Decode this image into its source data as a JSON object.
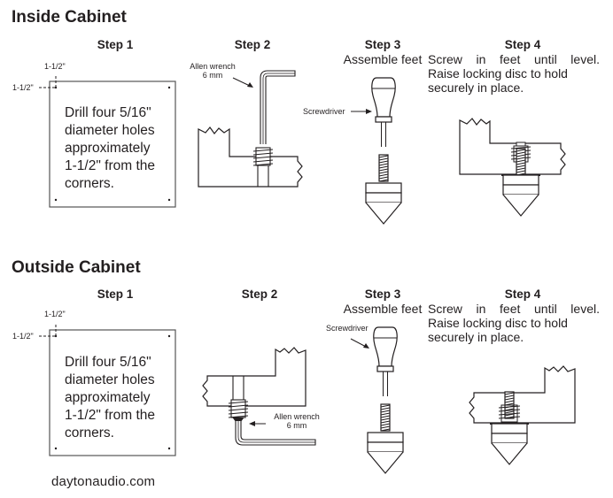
{
  "sections": [
    {
      "title": "Inside Cabinet",
      "steps": [
        {
          "title": "Step 1",
          "dim_top": "1-1/2\"",
          "dim_left": "1-1/2\"",
          "instruction": [
            "Drill four 5/16\"",
            "diameter holes",
            "approximately",
            "1-1/2\" from the",
            "corners."
          ]
        },
        {
          "title": "Step 2",
          "callout": [
            "Allen wrench",
            "6 mm"
          ]
        },
        {
          "title": "Step 3",
          "subtitle": "Assemble feet",
          "callout": "Screwdriver"
        },
        {
          "title": "Step 4",
          "instruction": [
            "Screw in feet until level.",
            "Raise locking disc to hold",
            "securely in place."
          ]
        }
      ]
    },
    {
      "title": "Outside Cabinet",
      "steps": [
        {
          "title": "Step 1",
          "dim_top": "1-1/2\"",
          "dim_left": "1-1/2\"",
          "instruction": [
            "Drill four 5/16\"",
            "diameter holes",
            "approximately",
            "1-1/2\" from the",
            "corners."
          ]
        },
        {
          "title": "Step 2",
          "callout": [
            "Allen wrench",
            "6 mm"
          ]
        },
        {
          "title": "Step 3",
          "subtitle": "Assemble feet",
          "callout": "Screwdriver"
        },
        {
          "title": "Step 4",
          "instruction": [
            "Screw in feet until level.",
            "Raise locking disc to hold",
            "securely in place."
          ]
        }
      ]
    }
  ],
  "footer": {
    "website": "daytonaudio.com"
  }
}
